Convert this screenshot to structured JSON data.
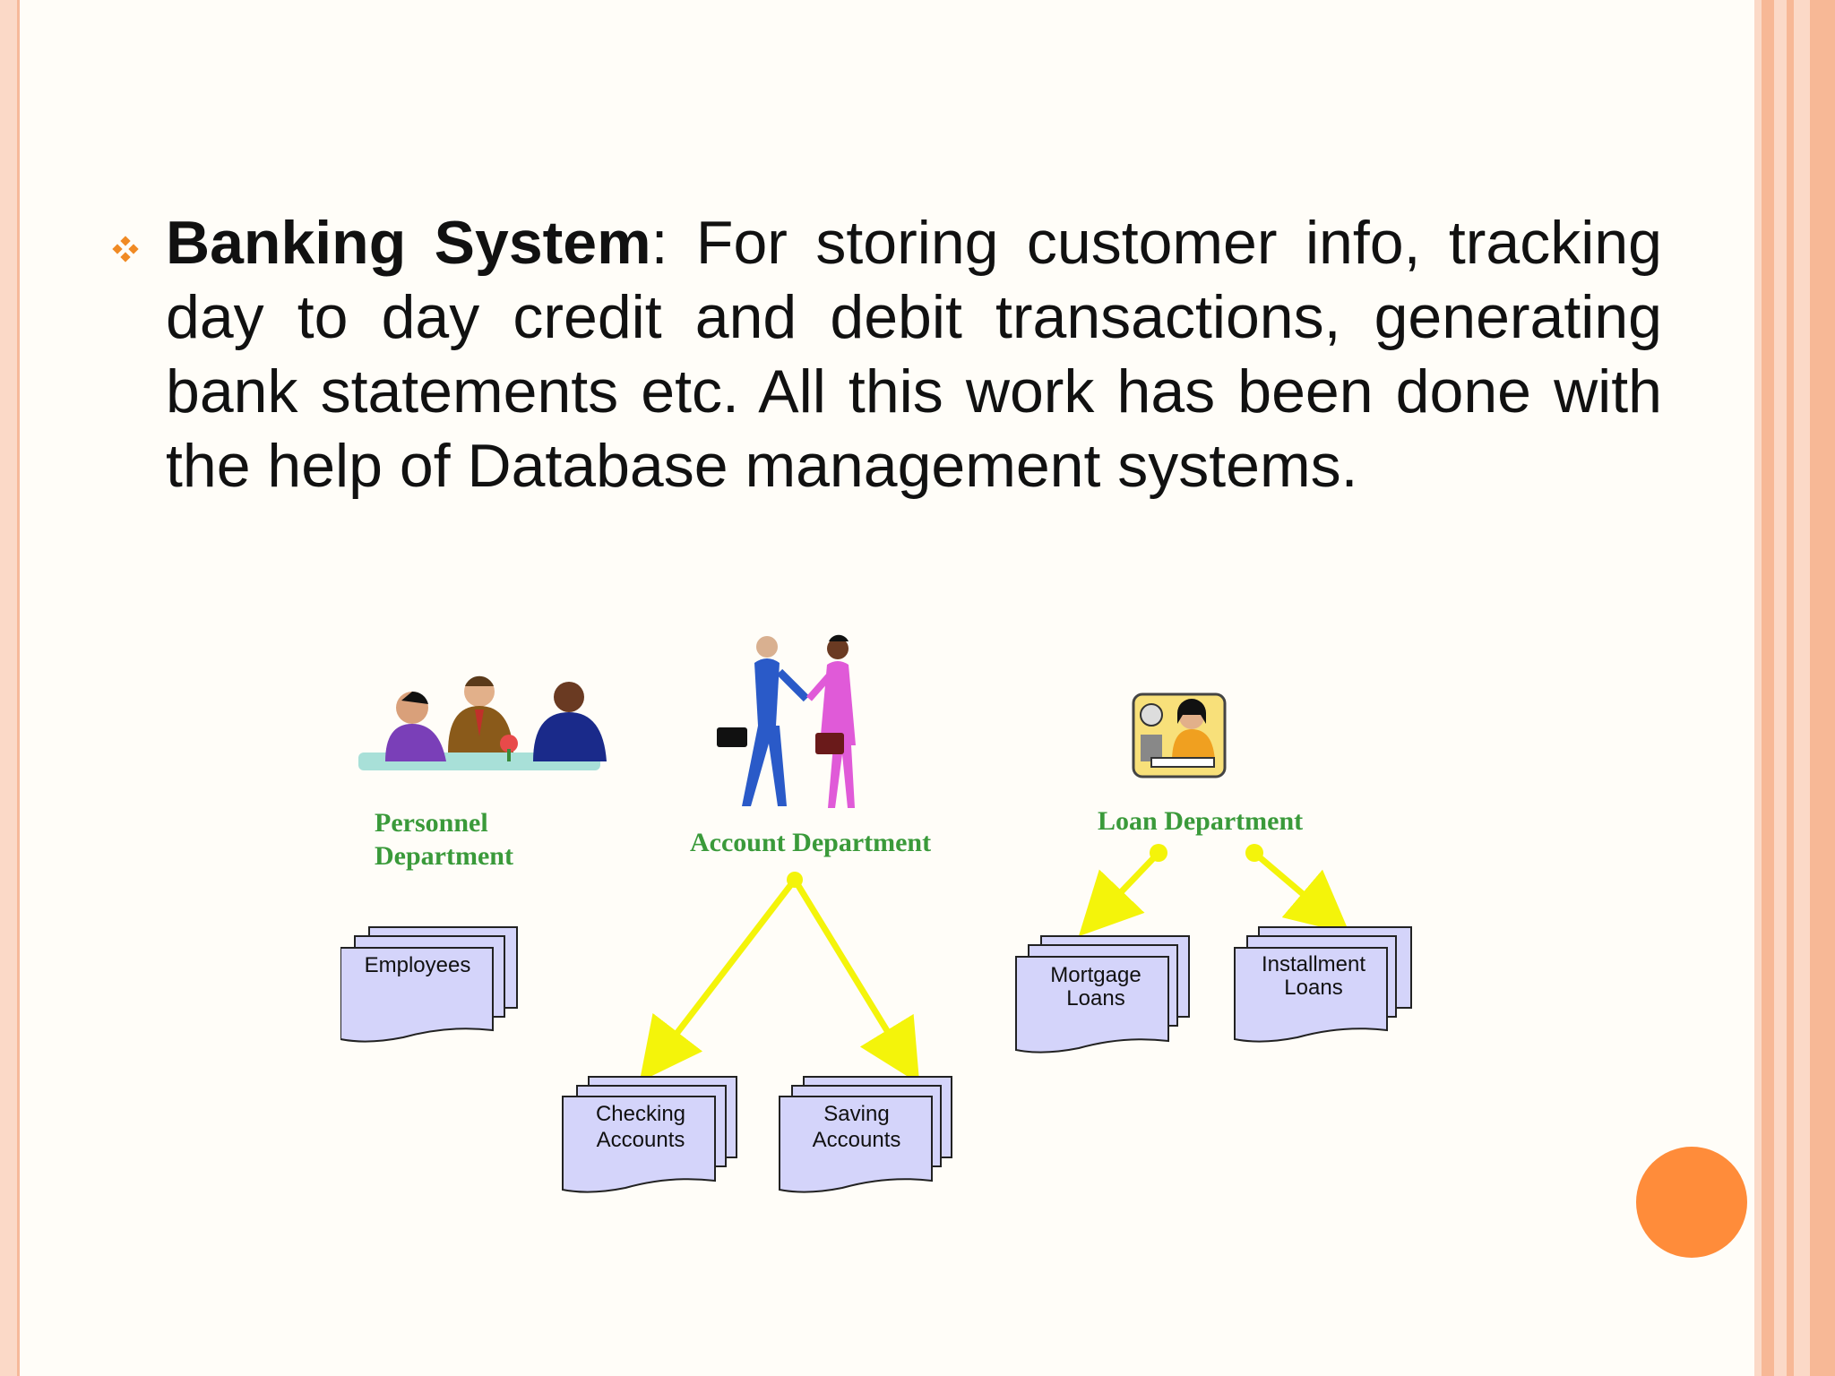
{
  "slide": {
    "heading_term": "Banking System",
    "separator": ":",
    "body": " For storing customer info, tracking day to day credit and debit transactions, generating bank statements etc. All this work has been done with the help of Database management systems.",
    "bullet_icon": "diamond-bullet-icon"
  },
  "diagram": {
    "departments": [
      {
        "id": "personnel",
        "label_line1": "Personnel",
        "label_line2": "Department",
        "icon": "meeting-people-icon"
      },
      {
        "id": "account",
        "label": "Account Department",
        "icon": "handshake-people-icon"
      },
      {
        "id": "loan",
        "label": "Loan Department",
        "icon": "office-clerk-icon"
      }
    ],
    "documents": [
      {
        "id": "employees",
        "line1": "Employees",
        "line2": ""
      },
      {
        "id": "checking",
        "line1": "Checking",
        "line2": "Accounts"
      },
      {
        "id": "saving",
        "line1": "Saving",
        "line2": "Accounts"
      },
      {
        "id": "mortgage",
        "line1": "Mortgage",
        "line2": "Loans"
      },
      {
        "id": "installment",
        "line1": "Installment",
        "line2": "Loans"
      }
    ],
    "colors": {
      "label": "#3a9a3a",
      "arrow": "#f4f40a",
      "doc_fill": "#d4d4fa",
      "accent": "#ff8c3a",
      "frame": "#fbd9c7"
    }
  }
}
